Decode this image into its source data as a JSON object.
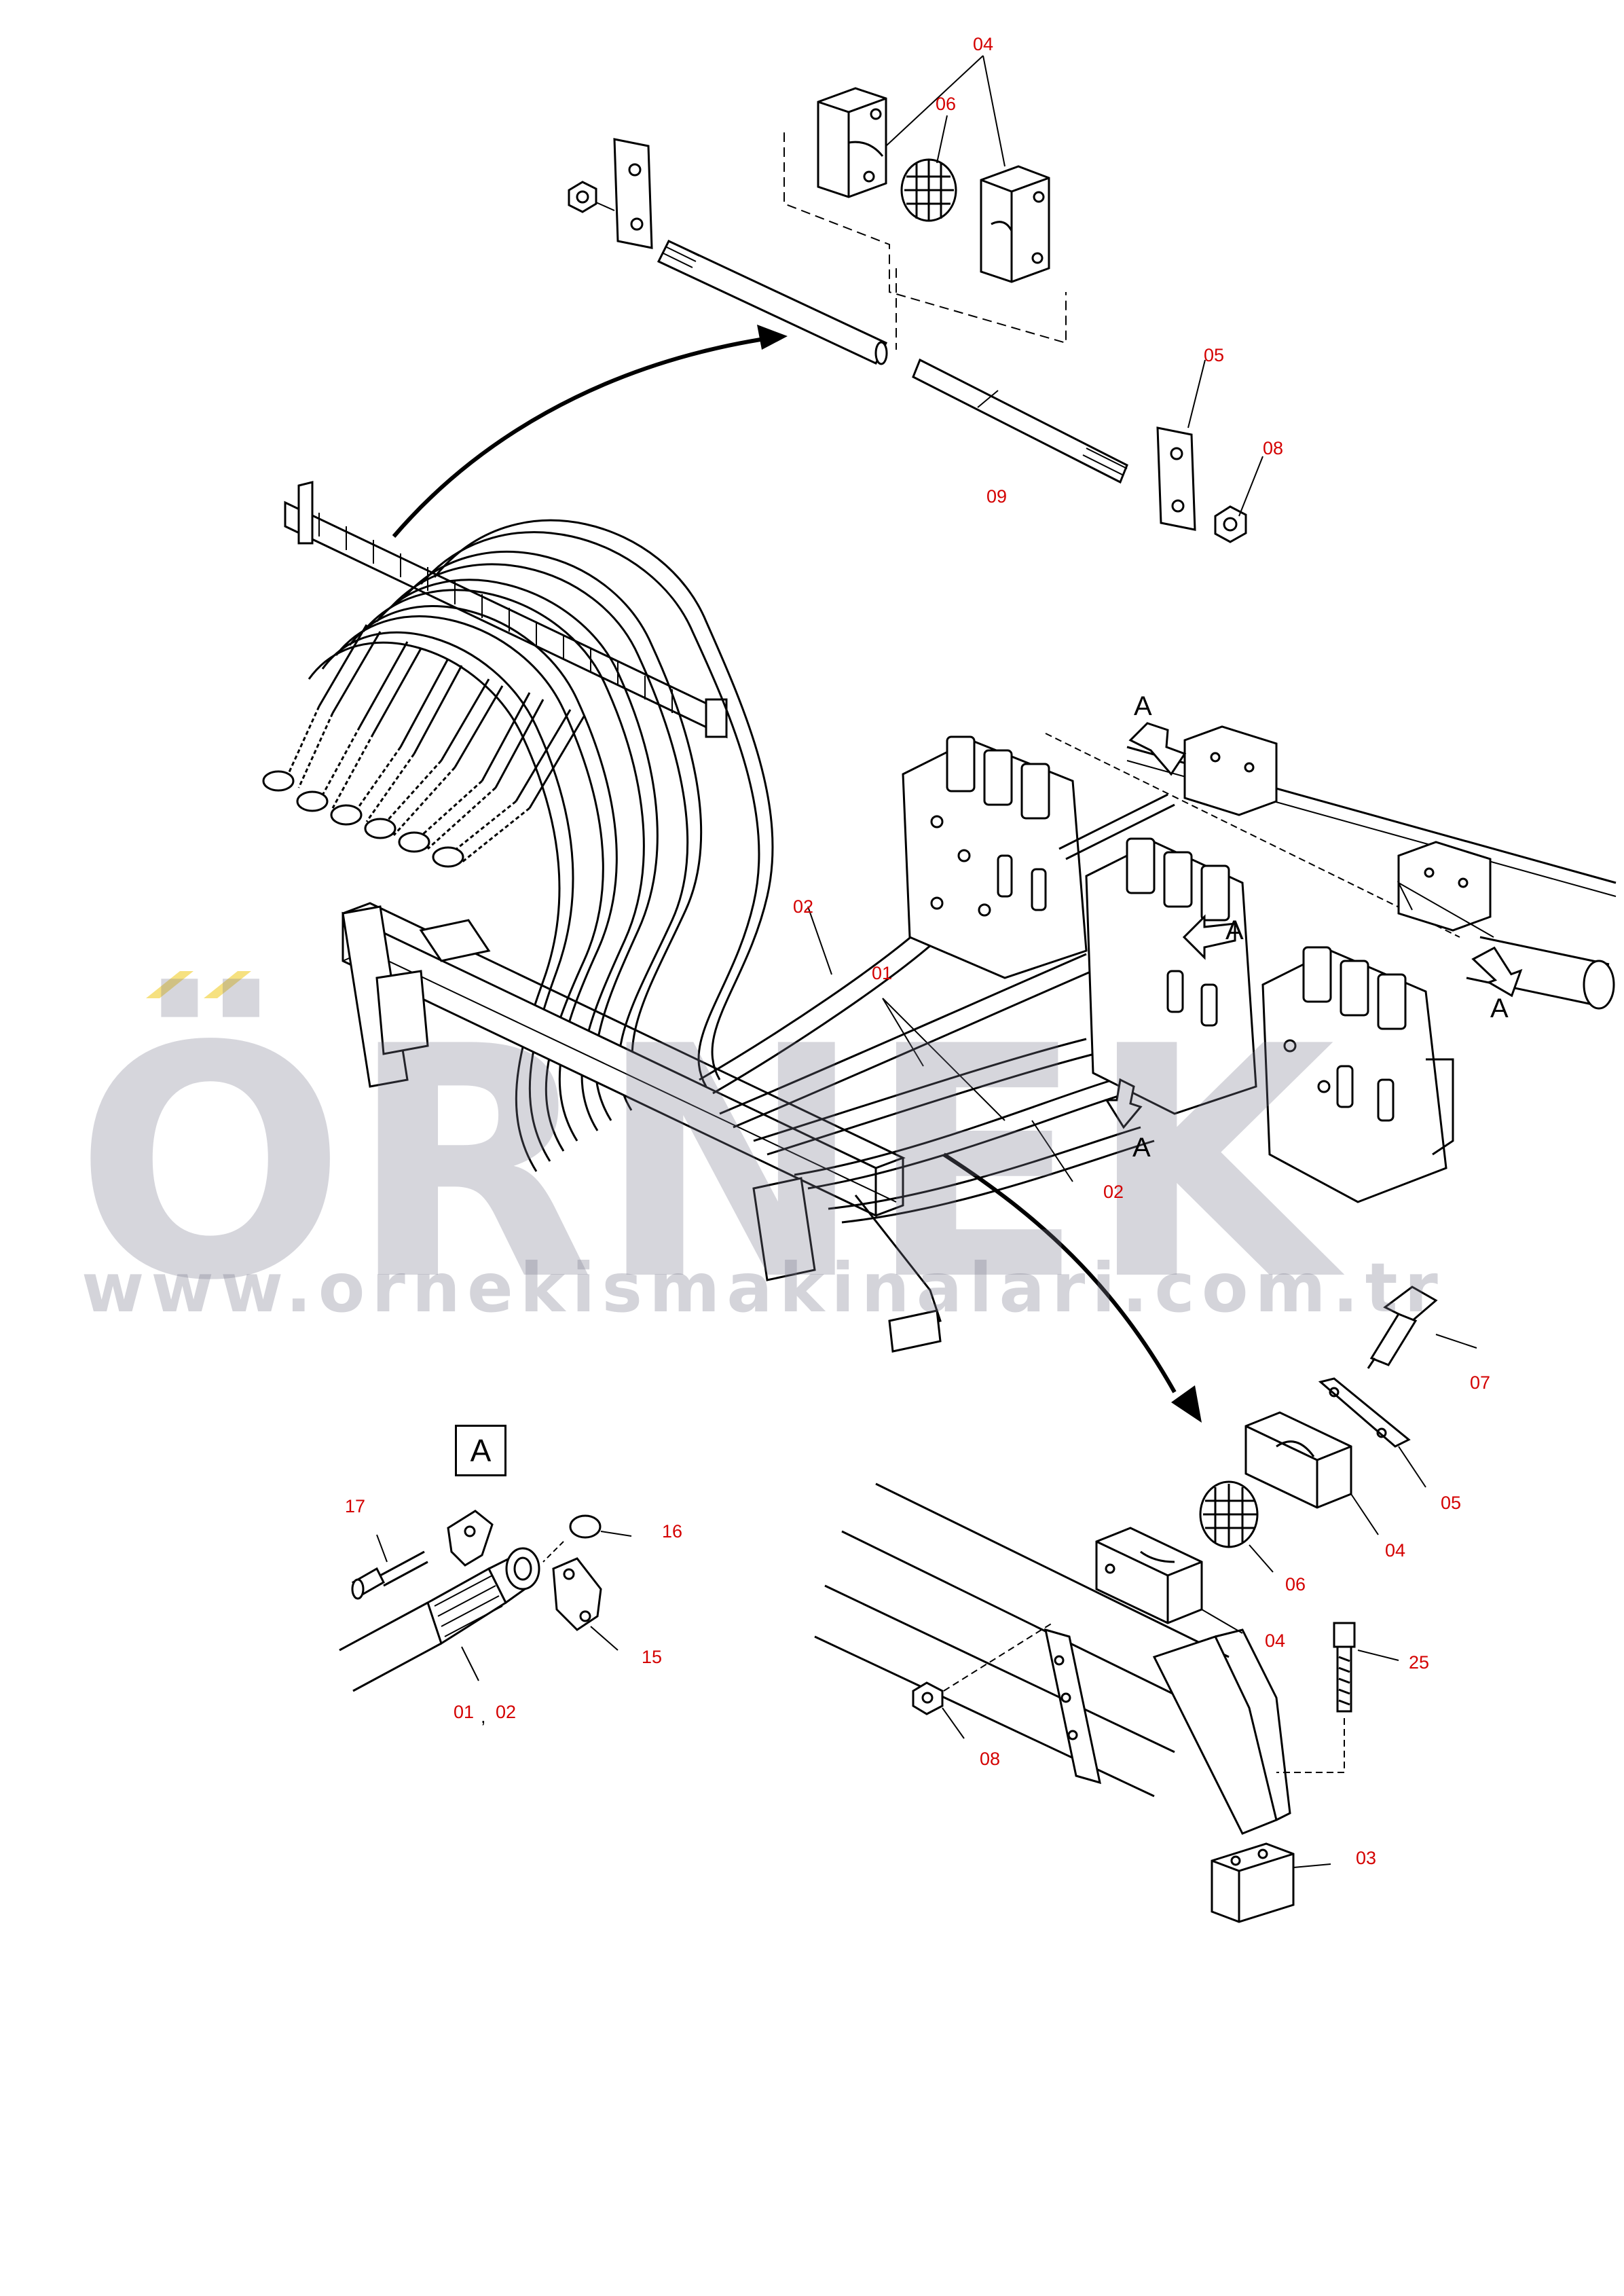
{
  "watermark": {
    "brand": "ÖRNEK",
    "url": "www.ornekismakinalari.com.tr",
    "accent_color": "#f2d44a"
  },
  "detail_box": {
    "label": "A"
  },
  "callouts": [
    "A",
    "A",
    "A",
    "A"
  ],
  "part_labels": {
    "p04_top": "04",
    "p06_top": "06",
    "p05_top": "05",
    "p08_top": "08",
    "p09_top": "09",
    "p02_mid": "02",
    "p01_mid": "01",
    "p02_low": "02",
    "p07": "07",
    "p05_low": "05",
    "p04_low_right": "04",
    "p06_low": "06",
    "p04_low_left": "04",
    "p25": "25",
    "p08_low": "08",
    "p03": "03",
    "p17": "17",
    "p16": "16",
    "p15": "15",
    "p01_detail": "01",
    "p02_detail": "02",
    "comma": ","
  },
  "colors": {
    "label": "#d40000",
    "line": "#000000"
  }
}
